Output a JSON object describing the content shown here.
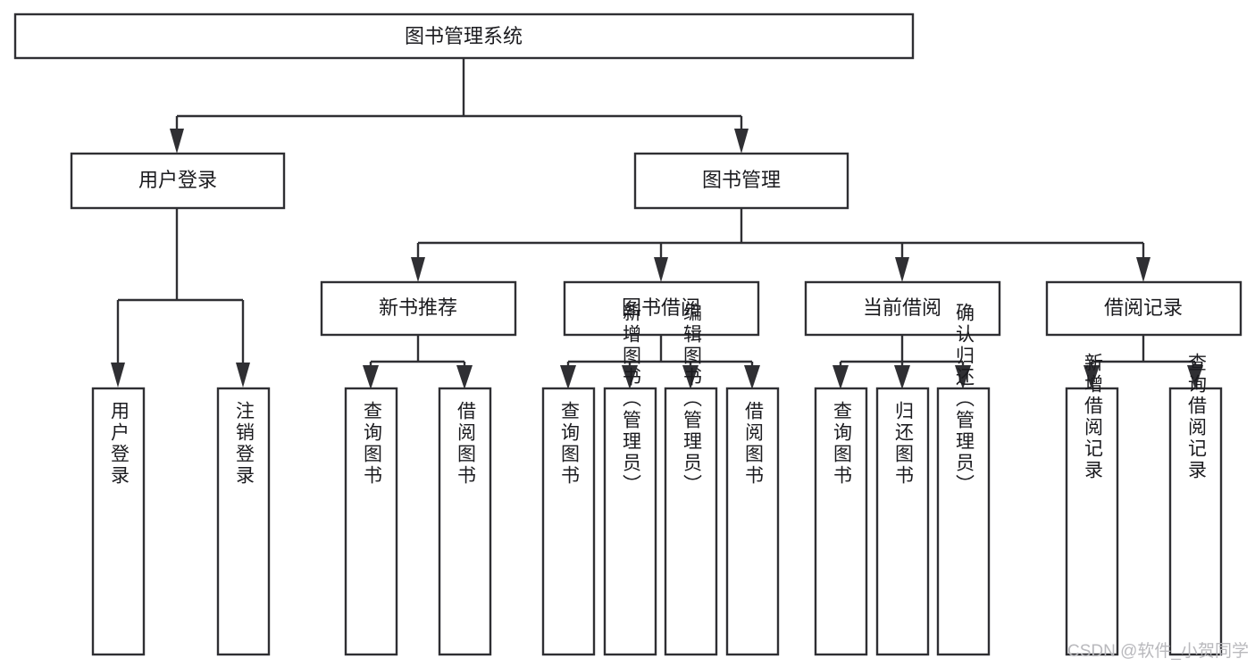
{
  "diagram": {
    "title": "图书管理系统",
    "type": "tree-hierarchy",
    "watermark": "CSDN @软件_小贺同学",
    "colors": {
      "stroke": "#2f2f33",
      "fill": "#ffffff",
      "text": "#1b1b1f",
      "watermark": "#b9b9bd",
      "background": "#ffffff"
    },
    "root": {
      "label": "图书管理系统"
    },
    "level2": [
      {
        "id": "user-login",
        "label": "用户登录"
      },
      {
        "id": "book-manage",
        "label": "图书管理"
      }
    ],
    "level3": [
      {
        "id": "new-book-recommend",
        "label": "新书推荐",
        "parent": "book-manage"
      },
      {
        "id": "book-borrow",
        "label": "图书借阅",
        "parent": "book-manage"
      },
      {
        "id": "current-borrow",
        "label": "当前借阅",
        "parent": "book-manage"
      },
      {
        "id": "borrow-record",
        "label": "借阅记录",
        "parent": "book-manage"
      }
    ],
    "leaves": {
      "user-login": [
        {
          "id": "leaf-user-login",
          "label": "用户登录"
        },
        {
          "id": "leaf-user-logout",
          "label": "注销登录"
        }
      ],
      "new-book-recommend": [
        {
          "id": "leaf-query-book-1",
          "label": "查询图书"
        },
        {
          "id": "leaf-borrow-book-1",
          "label": "借阅图书"
        }
      ],
      "book-borrow": [
        {
          "id": "leaf-query-book-2",
          "label": "查询图书"
        },
        {
          "id": "leaf-add-book",
          "label": "新增图书（管理员）"
        },
        {
          "id": "leaf-edit-book",
          "label": "编辑图书（管理员）"
        },
        {
          "id": "leaf-borrow-book-2",
          "label": "借阅图书"
        }
      ],
      "current-borrow": [
        {
          "id": "leaf-query-book-3",
          "label": "查询图书"
        },
        {
          "id": "leaf-return-book",
          "label": "归还图书"
        },
        {
          "id": "leaf-confirm-return",
          "label": "确认归还（管理员）"
        }
      ],
      "borrow-record": [
        {
          "id": "leaf-add-record",
          "label": "新增借阅记录"
        },
        {
          "id": "leaf-query-record",
          "label": "查询借阅记录"
        }
      ]
    }
  }
}
